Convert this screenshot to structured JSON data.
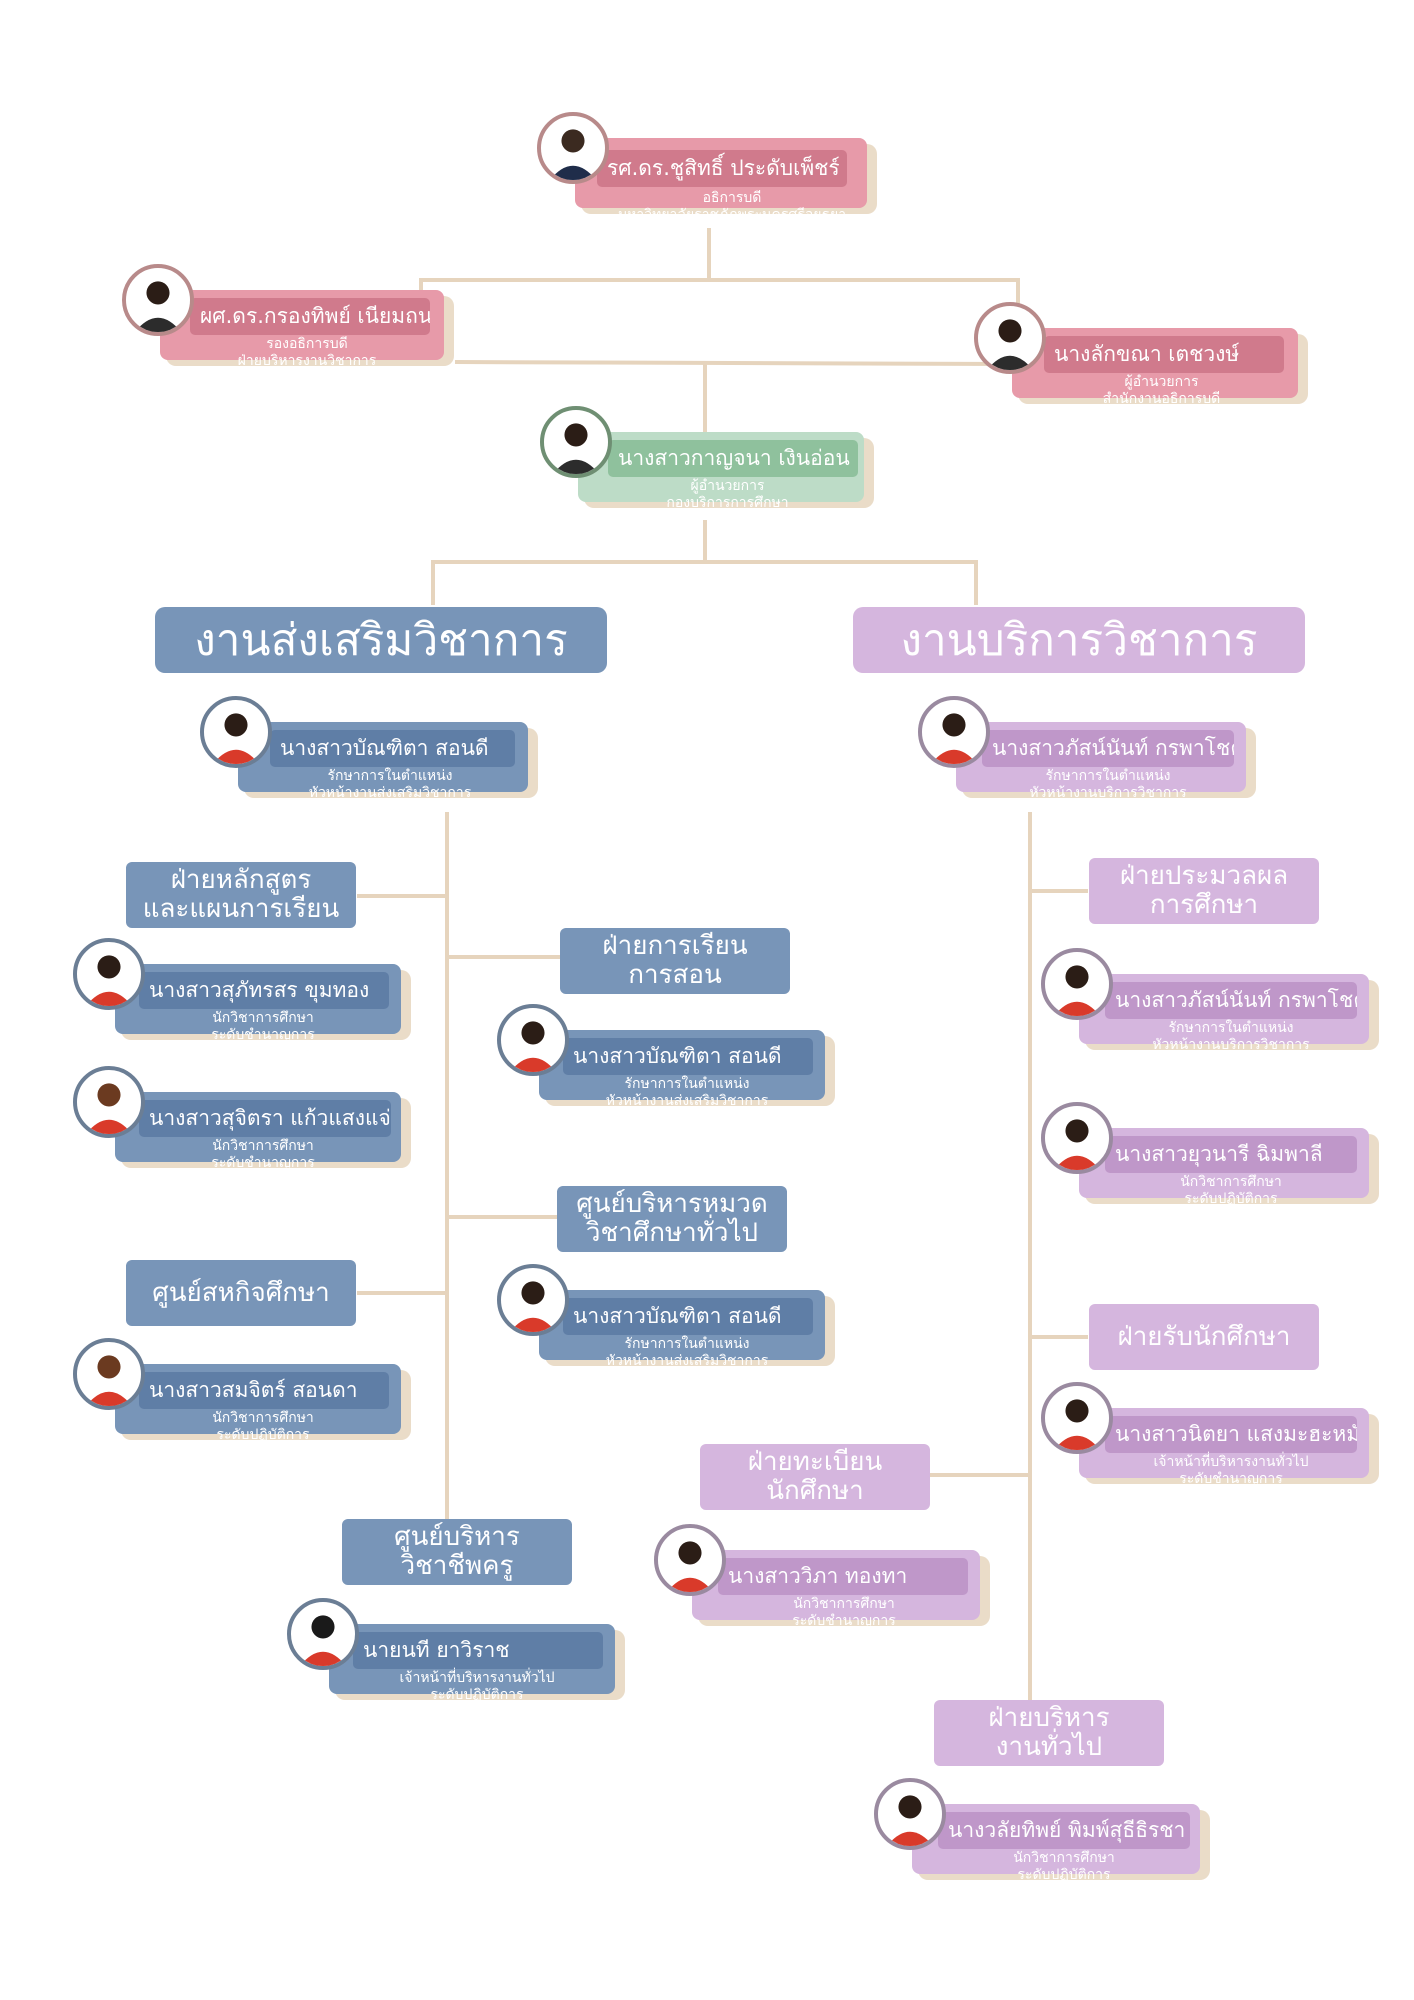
{
  "colors": {
    "line": "#e6d4bd",
    "blue": "#7895b8",
    "purple": "#d5b6de",
    "pink": "#e79aa9",
    "green": "#bddcc7"
  },
  "people": {
    "president": {
      "name": "รศ.ดร.ชูสิทธิ์ ประดับเพ็ชร์",
      "line1": "อธิการบดี",
      "line2": "มหาวิทยาลัยราชภัฏพระนครศรีอยุธยา",
      "icon": "person-photo-icon"
    },
    "vice_president": {
      "name": "ผศ.ดร.กรองทิพย์ เนียมถนอม",
      "line1": "รองอธิการบดี",
      "line2": "ฝ่ายบริหารงานวิชาการ",
      "icon": "person-photo-icon"
    },
    "office_director": {
      "name": "นางลักขณา เตชวงษ์",
      "line1": "ผู้อำนวยการ",
      "line2": "สำนักงานอธิการบดี",
      "icon": "person-photo-icon"
    },
    "division_director": {
      "name": "นางสาวกาญจนา เงินอ่อน",
      "line1": "ผู้อำนวยการ",
      "line2": "กองบริการการศึกษา",
      "icon": "person-photo-icon"
    },
    "promo_head": {
      "name": "นางสาวบัณฑิตา  สอนดี",
      "line1": "รักษาการในตำแหน่ง",
      "line2": "หัวหน้างานส่งเสริมวิชาการ",
      "icon": "person-photo-icon"
    },
    "service_head": {
      "name": "นางสาวภัสน์นันท์ กรพาโชค",
      "line1": "รักษาการในตำแหน่ง",
      "line2": "หัวหน้างานบริการวิชาการ",
      "icon": "person-photo-icon"
    },
    "curriculum_1": {
      "name": "นางสาวสุภัทรสร ขุมทอง",
      "line1": "นักวิชาการศึกษา",
      "line2": "ระดับชำนาญการ",
      "icon": "person-photo-icon"
    },
    "curriculum_2": {
      "name": "นางสาวสุจิตรา แก้วแสงแจ่ม",
      "line1": "นักวิชาการศึกษา",
      "line2": "ระดับชำนาญการ",
      "icon": "person-photo-icon"
    },
    "teaching_1": {
      "name": "นางสาวบัณฑิตา  สอนดี",
      "line1": "รักษาการในตำแหน่ง",
      "line2": "หัวหน้างานส่งเสริมวิชาการ",
      "icon": "person-photo-icon"
    },
    "general_center_1": {
      "name": "นางสาวบัณฑิตา  สอนดี",
      "line1": "รักษาการในตำแหน่ง",
      "line2": "หัวหน้างานส่งเสริมวิชาการ",
      "icon": "person-photo-icon"
    },
    "coop_1": {
      "name": "นางสาวสมจิตร์ สอนดา",
      "line1": "นักวิชาการศึกษา",
      "line2": "ระดับปฏิบัติการ",
      "icon": "person-photo-icon"
    },
    "teacher_center_1": {
      "name": "นายนที ยาวิราช",
      "line1": "เจ้าหน้าที่บริหารงานทั่วไป",
      "line2": "ระดับปฏิบัติการ",
      "icon": "person-photo-icon"
    },
    "eval_1": {
      "name": "นางสาวภัสน์นันท์ กรพาโชค",
      "line1": "รักษาการในตำแหน่ง",
      "line2": "หัวหน้างานบริการวิชาการ",
      "icon": "person-photo-icon"
    },
    "eval_2": {
      "name": "นางสาวยุวนารี ฉิมพาลี",
      "line1": "นักวิชาการศึกษา",
      "line2": "ระดับปฏิบัติการ",
      "icon": "person-photo-icon"
    },
    "admission_1": {
      "name": "นางสาวนิตยา แสงมะฮะหมัด",
      "line1": "เจ้าหน้าที่บริหารงานทั่วไป",
      "line2": "ระดับชำนาญการ",
      "icon": "person-photo-icon"
    },
    "registration_1": {
      "name": "นางสาววิภา ทองทา",
      "line1": "นักวิชาการศึกษา",
      "line2": "ระดับชำนาญการ",
      "icon": "person-photo-icon"
    },
    "general_admin_1": {
      "name": "นางวลัยทิพย์ พิมพ์สุธีธิรชา",
      "line1": "นักวิชาการศึกษา",
      "line2": "ระดับปฏิบัติการ",
      "icon": "person-photo-icon"
    }
  },
  "sections": {
    "promotion": "งานส่งเสริมวิชาการ",
    "service": "งานบริการวิชาการ"
  },
  "subunits": {
    "curriculum": {
      "line1": "ฝ่ายหลักสูตร",
      "line2": "และแผนการเรียน"
    },
    "teaching": {
      "line1": "ฝ่ายการเรียน",
      "line2": "การสอน"
    },
    "general_center": {
      "line1": "ศูนย์บริหารหมวด",
      "line2": "วิชาศึกษาทั่วไป"
    },
    "coop": {
      "line1": "ศูนย์สหกิจศึกษา",
      "line2": ""
    },
    "teacher_center": {
      "line1": "ศูนย์บริหาร",
      "line2": "วิชาชีพครู"
    },
    "evaluation": {
      "line1": "ฝ่ายประมวลผล",
      "line2": "การศึกษา"
    },
    "admission": {
      "line1": "ฝ่ายรับนักศึกษา",
      "line2": ""
    },
    "registration": {
      "line1": "ฝ่ายทะเบียน",
      "line2": "นักศึกษา"
    },
    "general_admin": {
      "line1": "ฝ่ายบริหาร",
      "line2": "งานทั่วไป"
    }
  }
}
